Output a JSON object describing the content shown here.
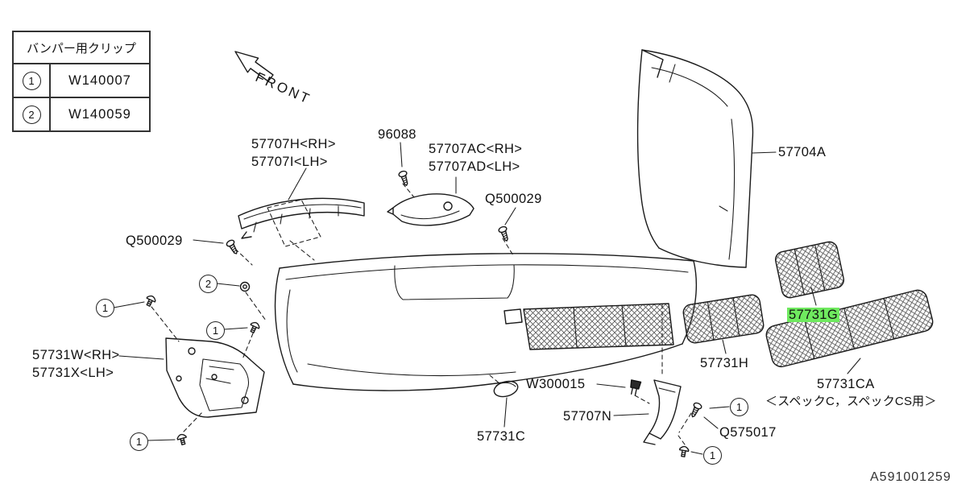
{
  "diagram_id": "A591001259",
  "colors": {
    "background": "#ffffff",
    "line": "#1a1a1a",
    "highlight": "#6fe95f"
  },
  "highlight": {
    "style": "background:#6fe95f;padding:0 2px;"
  },
  "front": {
    "label": "FRONT"
  },
  "clip_table": {
    "header": "バンパー用クリップ",
    "rows": [
      {
        "ref": "1",
        "part": "W140007"
      },
      {
        "ref": "2",
        "part": "W140059"
      }
    ]
  },
  "callouts": {
    "one": "1",
    "two": "2"
  },
  "labels": {
    "bracket_upper_rh": "57707H<RH>",
    "bracket_upper_lh": "57707I<LH>",
    "clip_96088": "96088",
    "bracket_upper2_rh": "57707AC<RH>",
    "bracket_upper2_lh": "57707AD<LH>",
    "screw_mid": "Q500029",
    "screw_left": "Q500029",
    "rear_panel": "57704A",
    "grille_center": "57731G",
    "grille_side": "57731H",
    "grille_long": "57731CA",
    "grille_long_spec": "＜スペックC，スペックCS用＞",
    "side_cover_rh": "57731W<RH>",
    "side_cover_lh": "57731X<LH>",
    "clip_w300015": "W300015",
    "bracket_corner": "57707N",
    "cap": "57731C",
    "screw_tapping": "Q575017"
  }
}
